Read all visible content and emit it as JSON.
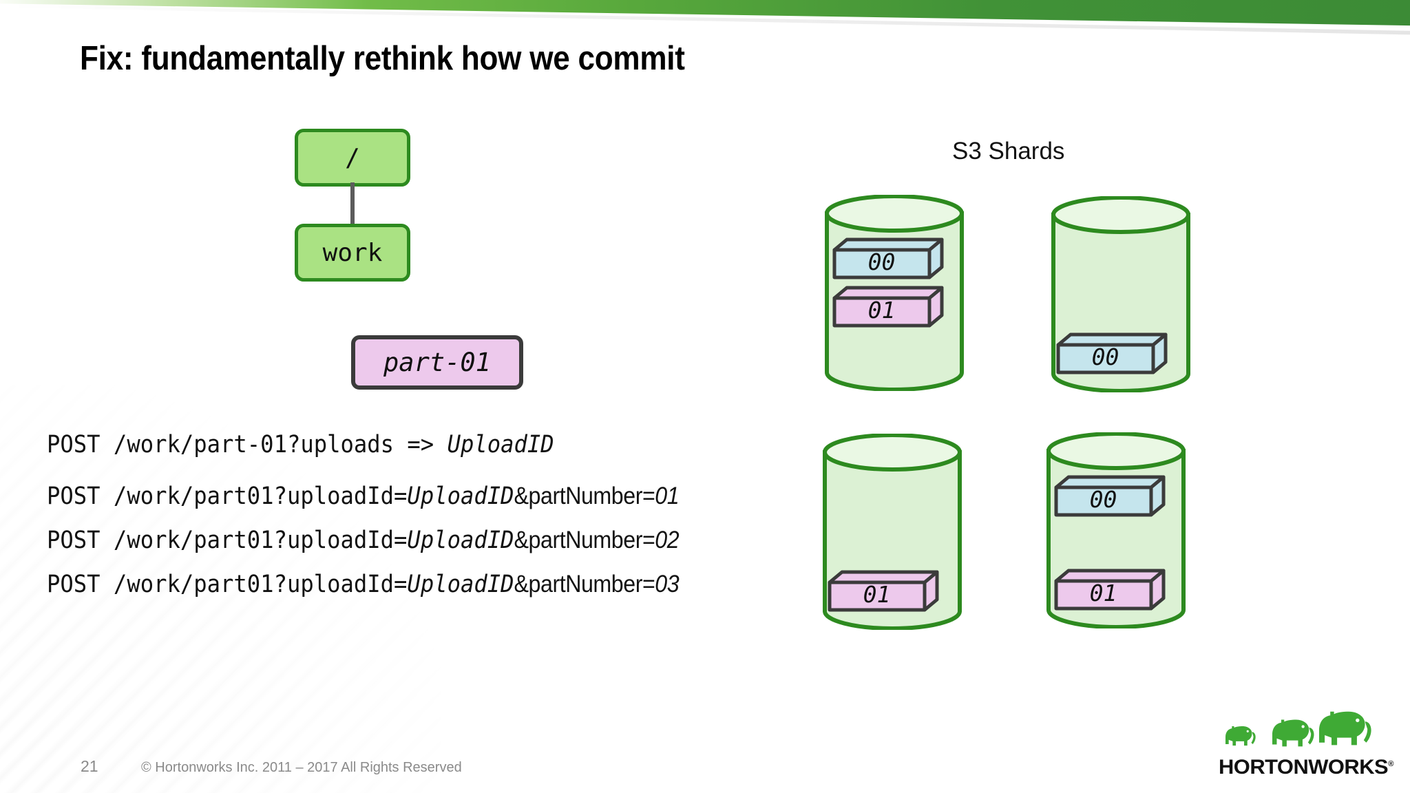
{
  "slide": {
    "title": "Fix: fundamentally rethink how we commit",
    "page_number": "21",
    "copyright": "© Hortonworks Inc. 2011 – 2017 All Rights Reserved",
    "accent_green": "#3c8b36",
    "node_green_fill": "#aae283",
    "node_green_border": "#2d8a1f",
    "pink_fill": "#edc9ec",
    "blue_fill": "#c5e5ed",
    "block_border": "#3b3b3b",
    "cylinder_fill": "#dcf1d4",
    "cylinder_border": "#2d8a1f"
  },
  "tree": {
    "root_label": "/",
    "child_label": "work",
    "part_label": "part-01"
  },
  "shards": {
    "heading": "S3 Shards",
    "cylinders": [
      {
        "name": "shard-top-left",
        "blocks": [
          {
            "label": "00",
            "color": "blue",
            "slot": 0
          },
          {
            "label": "01",
            "color": "pink",
            "slot": 1
          }
        ]
      },
      {
        "name": "shard-top-right",
        "blocks": [
          {
            "label": "00",
            "color": "blue",
            "slot": 2
          }
        ]
      },
      {
        "name": "shard-bottom-left",
        "blocks": [
          {
            "label": "01",
            "color": "pink",
            "slot": 2
          }
        ]
      },
      {
        "name": "shard-bottom-right",
        "blocks": [
          {
            "label": "00",
            "color": "blue",
            "slot": 0
          },
          {
            "label": "01",
            "color": "pink",
            "slot": 2
          }
        ]
      }
    ]
  },
  "requests": [
    {
      "mono": "POST /work/part-01?uploads => ",
      "mono_italic": "UploadID",
      "sans": "",
      "sans_italic": ""
    },
    {
      "mono": "POST /work/part01?uploadId=",
      "mono_italic": "UploadID",
      "sans": "&partNumber=",
      "sans_italic": "01"
    },
    {
      "mono": "POST /work/part01?uploadId=",
      "mono_italic": "UploadID",
      "sans": "&partNumber=",
      "sans_italic": "02"
    },
    {
      "mono": "POST /work/part01?uploadId=",
      "mono_italic": "UploadID",
      "sans": "&partNumber=",
      "sans_italic": "03"
    }
  ],
  "logo": {
    "wordmark": "HORTONWORKS",
    "trademark": "®",
    "elephant_color": "#3faa35"
  }
}
